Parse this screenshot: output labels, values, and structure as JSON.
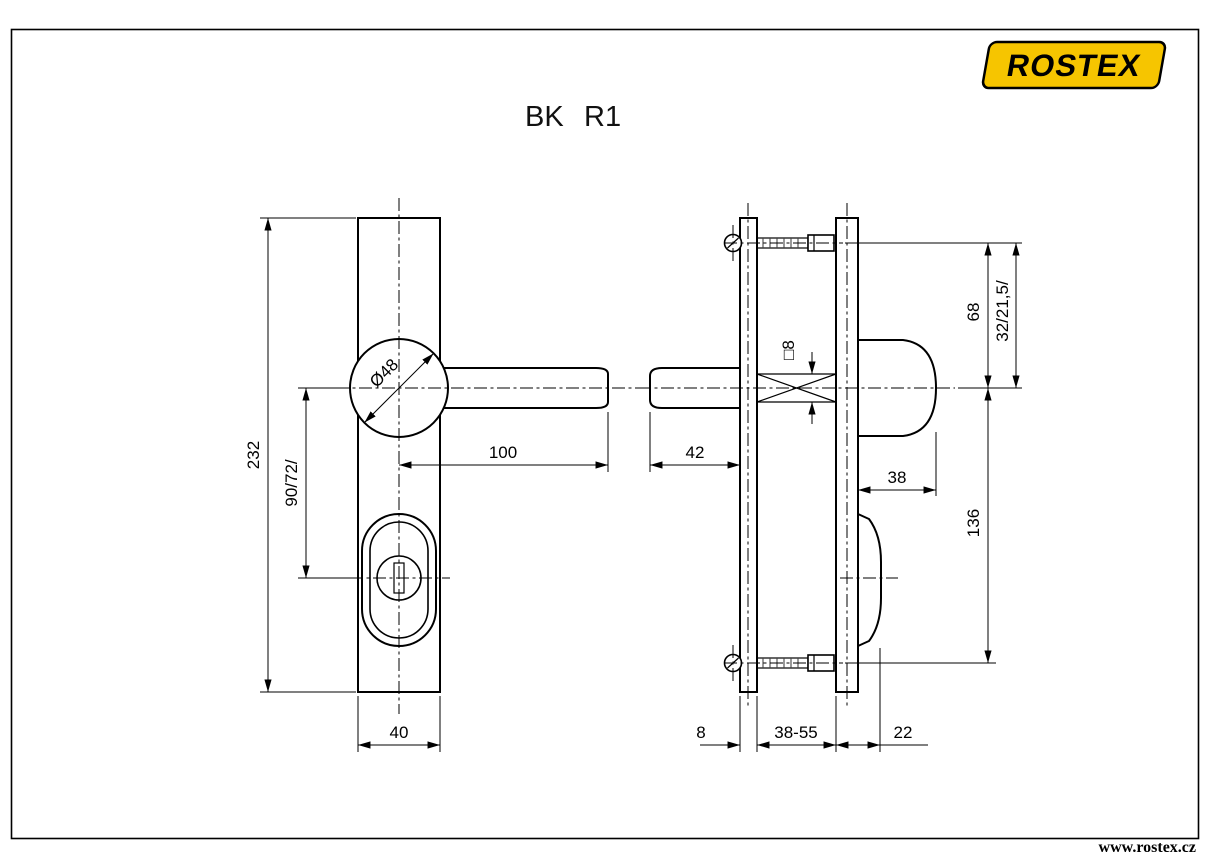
{
  "drawing": {
    "title": {
      "model_series": "BK",
      "model_code": "R1"
    },
    "brand": {
      "logo_text": "ROSTEX",
      "website": "www.rostex.cz",
      "logo_bg_color": "#f6c500",
      "logo_border_color": "#000000"
    },
    "front_view": {
      "dimensions": {
        "plate_height": "232",
        "handle_to_cylinder_distance": "90/72/",
        "lever_length": "100",
        "plate_width": "40",
        "knob_diameter": "Ø48"
      }
    },
    "side_view": {
      "dimensions": {
        "handle_projection": "42",
        "spindle_square": "□8",
        "top_screw_to_axis": "68",
        "axis_offset": "32/21,5/",
        "knob_projection": "38",
        "axis_to_bottom_screw": "136",
        "plate_thickness": "8",
        "door_thickness_range": "38-55",
        "cover_thickness": "22"
      }
    }
  }
}
